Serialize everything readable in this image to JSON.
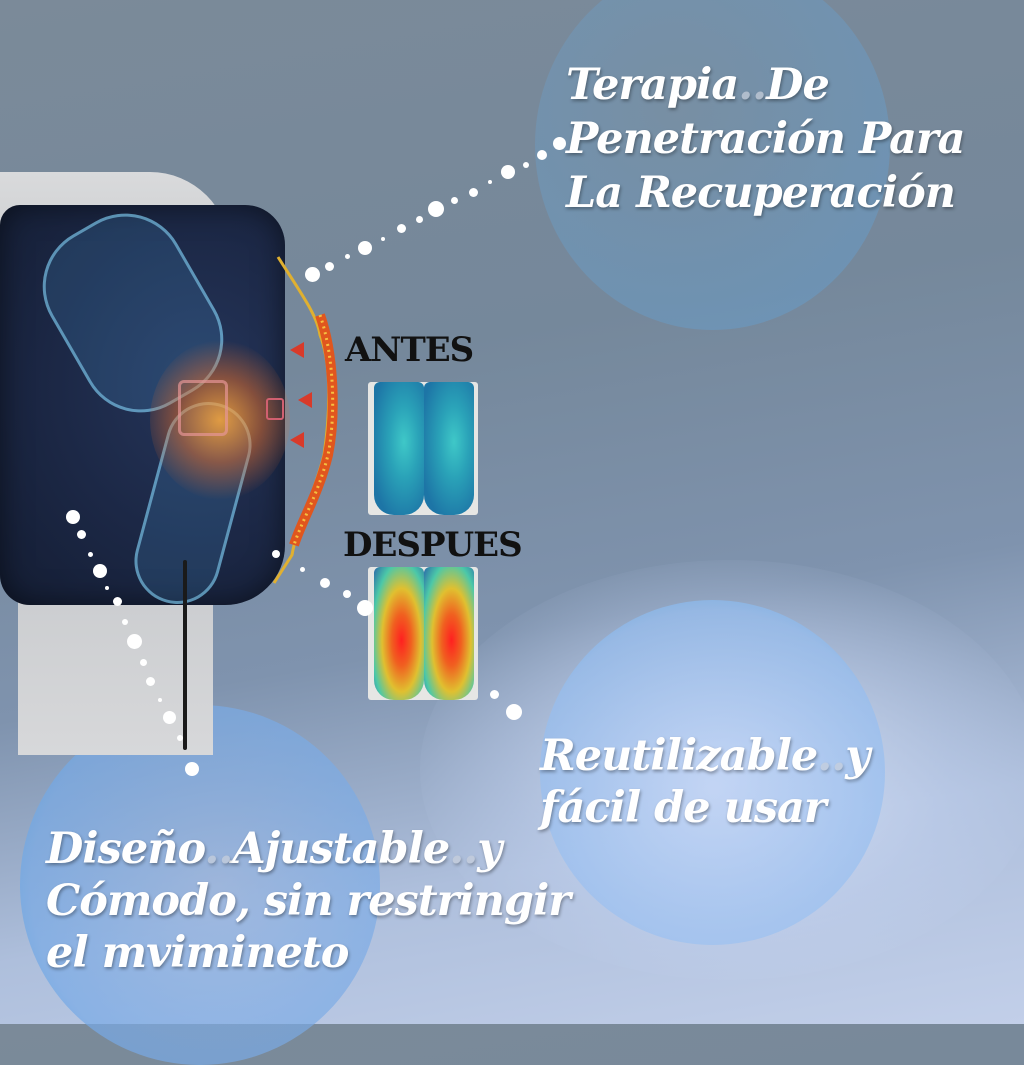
{
  "headlines": {
    "top": {
      "line1": "Terapia",
      "line1_b": "De",
      "line2": "Penetración Para",
      "line3": "La Recuperación"
    },
    "right": {
      "line1": "Reutilizable",
      "line1_b": "y",
      "line2": "fácil de usar"
    },
    "left": {
      "line1_a": "Diseño",
      "line1_b": "Ajustable",
      "line1_c": "y",
      "line2": "Cómodo, sin restringir",
      "line3": "el mvimineto"
    }
  },
  "comparison": {
    "before_label": "ANTES",
    "after_label": "DESPUES"
  },
  "separator": "..",
  "colors": {
    "background": "#7b8a99",
    "bubble": "#5aa8e0",
    "heat_red": "#d83a2a",
    "text": "#ffffff",
    "label_text": "#111111"
  },
  "icons": {
    "power": "power-icon",
    "heat_arrows": "arrow-left-icon",
    "heat_wave": "heat-wave-icon"
  }
}
